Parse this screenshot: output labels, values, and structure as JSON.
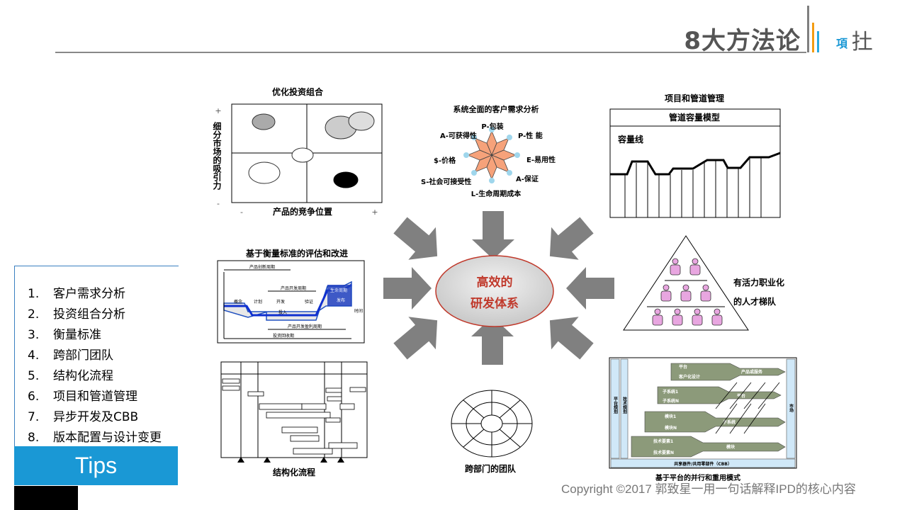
{
  "header": {
    "title": "8大方法论",
    "logo_text_small": "項",
    "logo_text_big": "扗"
  },
  "center": {
    "line1": "高效的",
    "line2": "研发体系"
  },
  "portfolio": {
    "title": "优化投资组合",
    "ylabel": "细分市场的吸引力",
    "xlabel": "产品的竞争位置",
    "y_plus": "+",
    "y_minus": "-",
    "x_minus": "-",
    "x_plus": "+"
  },
  "customer": {
    "title": "系统全面的客户需求分析",
    "labels": [
      "P-包装",
      "P-性 能",
      "E-易用性",
      "A-保证",
      "L-生命周期成本",
      "S-社会可接受性",
      "$-价格",
      "A-可获得性"
    ]
  },
  "pipeline": {
    "title": "项目和管道管理",
    "box_title": "管道容量模型",
    "capacity_label": "容量线"
  },
  "metrics": {
    "title": "基于衡量标准的评估和改进",
    "labels": [
      "产品创新周期",
      "产品开发周期",
      "概念",
      "计划",
      "开发",
      "验证",
      "发布",
      "生命周期",
      "投入",
      "产品开发盈利周期",
      "投资回收期",
      "时间"
    ]
  },
  "career": {
    "line1": "有活力职业化",
    "line2": "的人才梯队"
  },
  "structured": {
    "title": "结构化流程"
  },
  "team": {
    "title": "跨部门的团队"
  },
  "platform": {
    "title": "基于平台的并行和重用模式",
    "bottom_label": "共享器件/共用零部件（CBB）",
    "left_label": "平台规划",
    "left_label2": "技术规划",
    "right_label": "市场",
    "labels": [
      "平台",
      "产品或服务",
      "客户化设计",
      "子系统1",
      "平台",
      "子系统N",
      "模块1",
      "子系统",
      "模块N",
      "技术要素1",
      "模块",
      "技术要素N"
    ]
  },
  "methods_list": [
    {
      "num": "1.",
      "text": "客户需求分析"
    },
    {
      "num": "2.",
      "text": "投资组合分析"
    },
    {
      "num": "3.",
      "text": "衡量标准"
    },
    {
      "num": "4.",
      "text": "跨部门团队"
    },
    {
      "num": "5.",
      "text": "结构化流程"
    },
    {
      "num": "6.",
      "text": "项目和管道管理"
    },
    {
      "num": "7.",
      "text": "异步开发及CBB"
    },
    {
      "num": "8.",
      "text": "版本配置与设计变更"
    }
  ],
  "tips": "Tips",
  "copyright": "Copyright ©2017 郭致星一用一句话解释IPD的核心内容",
  "colors": {
    "accent": "#1a98d5",
    "center_text": "#c0392b",
    "arrow": "#808080",
    "person": "#e8a6e0"
  }
}
